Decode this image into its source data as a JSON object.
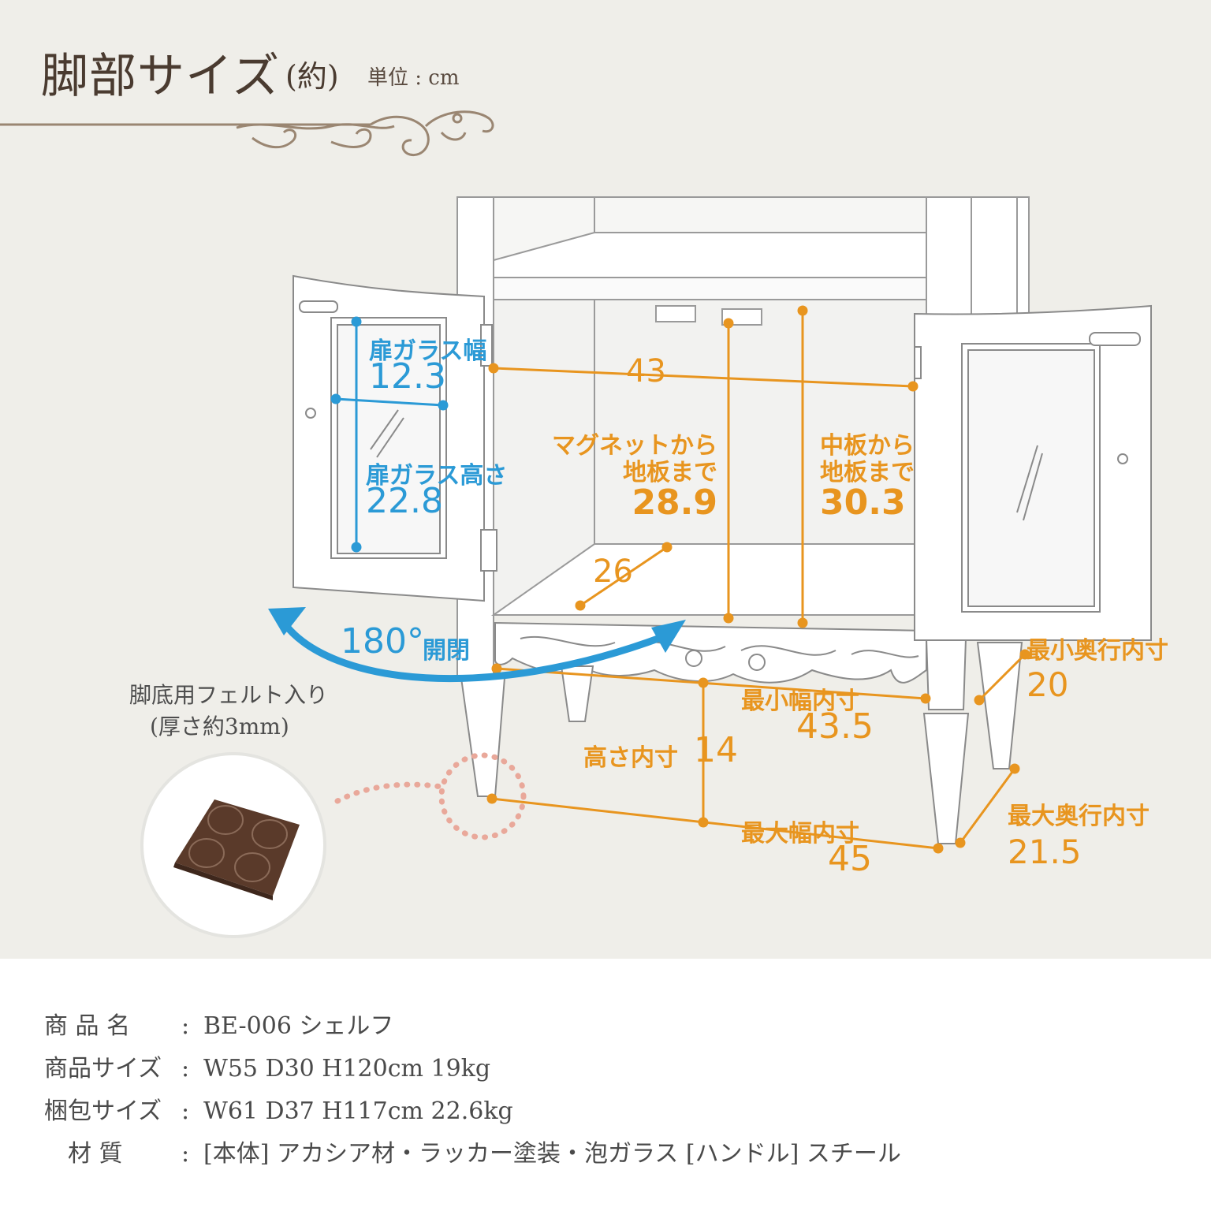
{
  "header": {
    "title": "脚部サイズ",
    "approx": "(約)",
    "unit": "単位 : cm"
  },
  "glass": {
    "width_label": "扉ガラス幅",
    "width_value": "12.3",
    "height_label": "扉ガラス高さ",
    "height_value": "22.8"
  },
  "dims": {
    "inner_width": "43",
    "magnet_label_1": "マグネットから",
    "magnet_label_2": "地板まで",
    "magnet_value": "28.9",
    "shelf_label_1": "中板から",
    "shelf_label_2": "地板まで",
    "shelf_value": "30.3",
    "depth": "26",
    "min_depth_label": "最小奥行内寸",
    "min_depth_value": "20",
    "min_width_label": "最小幅内寸",
    "min_width_value": "43.5",
    "height_label": "高さ内寸",
    "height_value": "14",
    "max_width_label": "最大幅内寸",
    "max_width_value": "45",
    "max_depth_label": "最大奥行内寸",
    "max_depth_value": "21.5"
  },
  "door": {
    "angle": "180°",
    "open_label": "開閉"
  },
  "felt": {
    "line1": "脚底用フェルト入り",
    "line2": "(厚さ約3mm)"
  },
  "specs": [
    {
      "key": "商 品 名",
      "value": "BE-006  シェルフ"
    },
    {
      "key": "商品サイズ",
      "value": "W55  D30  H120cm  19kg"
    },
    {
      "key": "梱包サイズ",
      "value": "W61  D37  H117cm  22.6kg"
    },
    {
      "key": "材   質",
      "value": "[本体] アカシア材・ラッカー塗装・泡ガラス   [ハンドル] スチール"
    }
  ],
  "colors": {
    "dimension": "#e8951f",
    "glass_dimension": "#2b9ad6",
    "arrow": "#2b9ad6",
    "felt_pad": "#5a3a2a",
    "dotted_marker": "#e9a89a"
  },
  "icons": [
    "ornament-flourish-icon",
    "rotate-arrow-icon",
    "felt-pad-icon"
  ]
}
